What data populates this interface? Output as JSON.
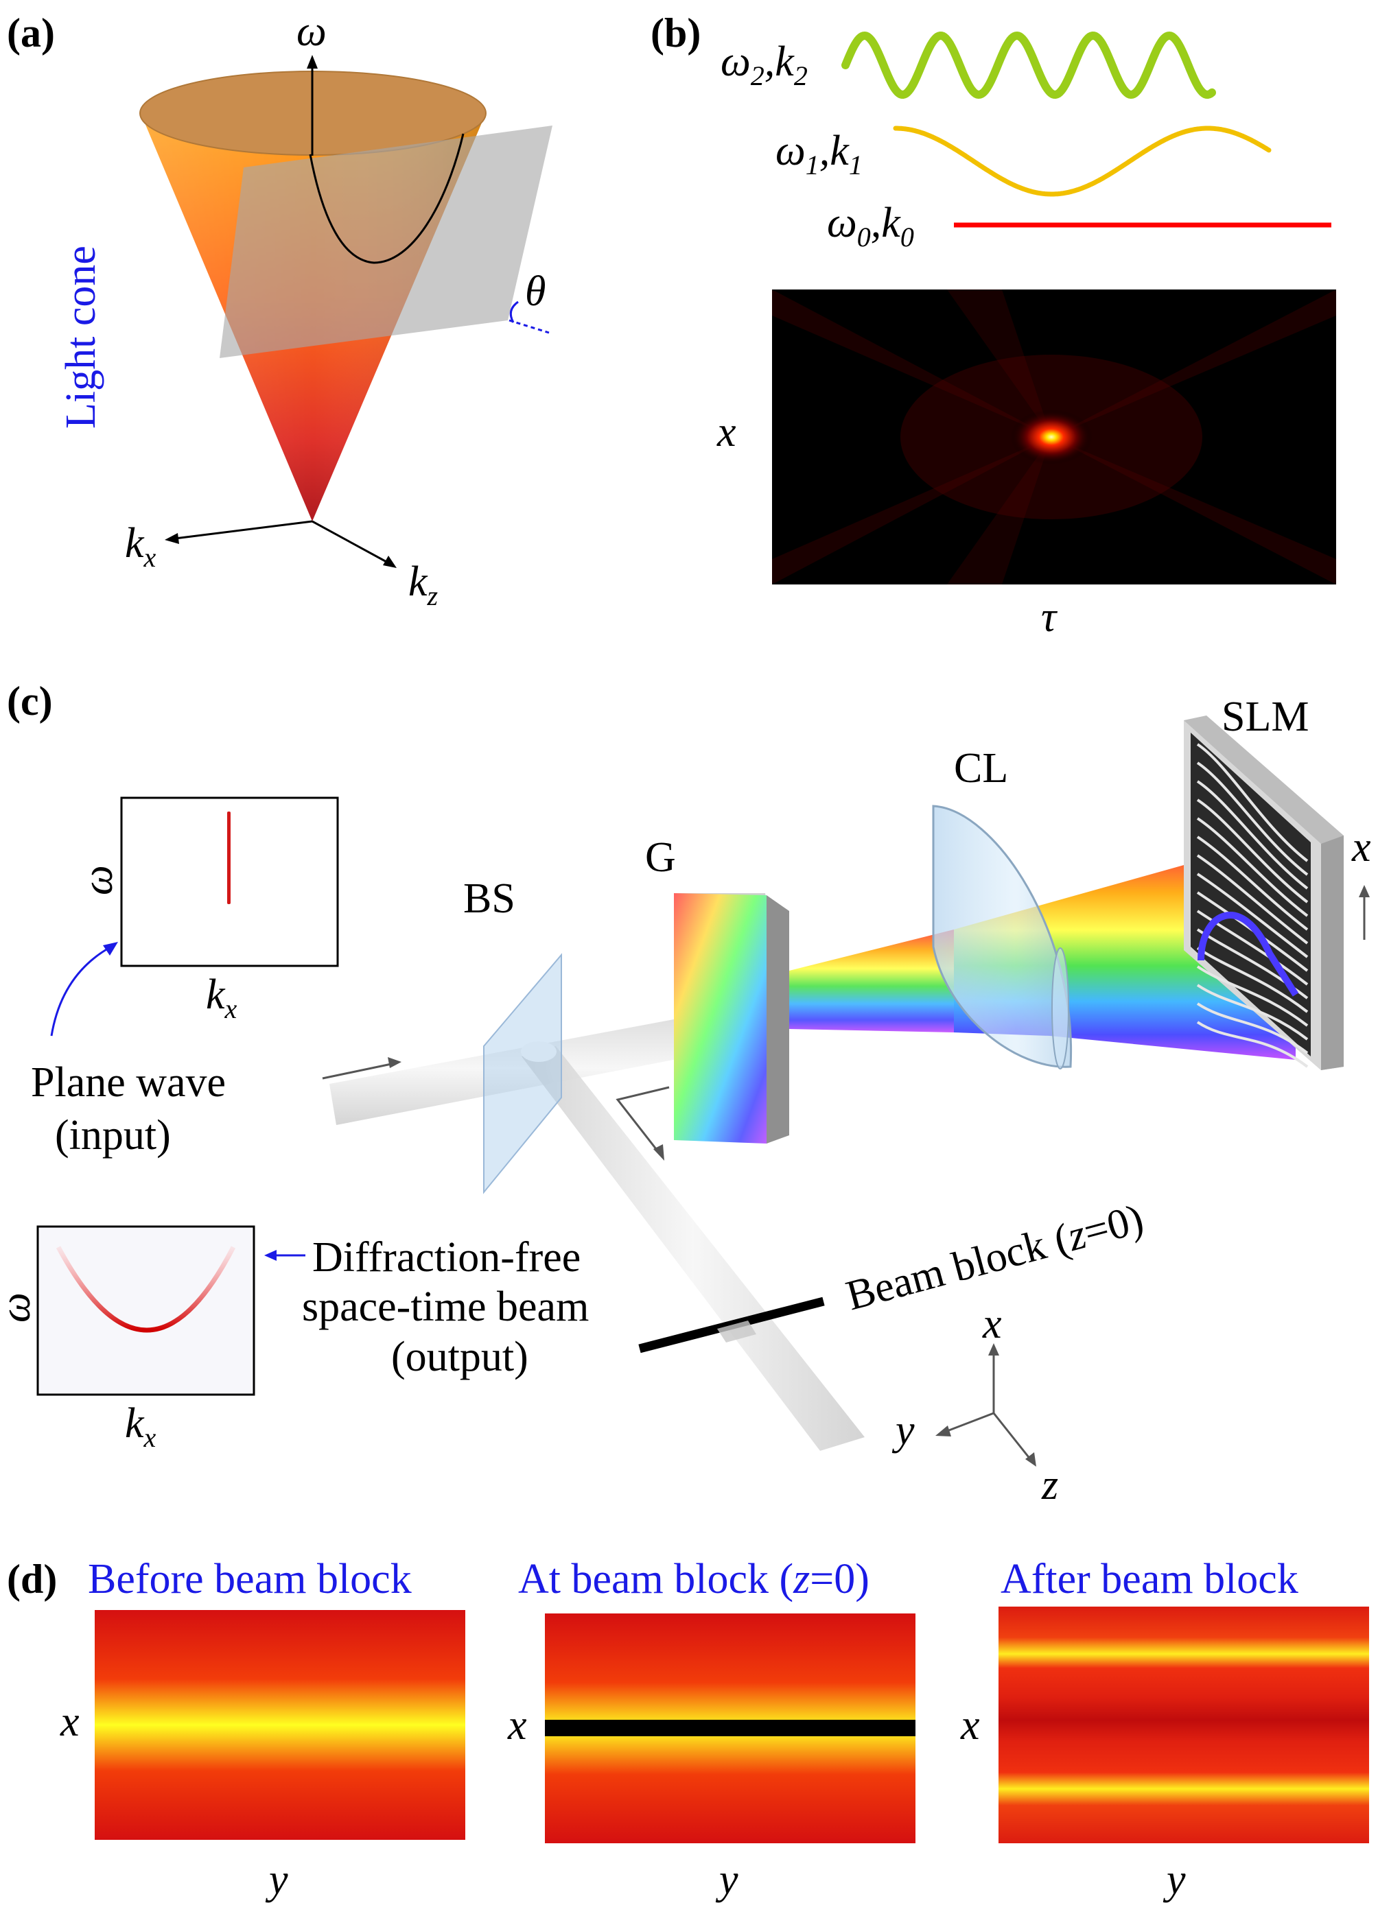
{
  "panels": {
    "a": {
      "label": "(a)",
      "omega": "ω",
      "kx": "k",
      "kx_sub": "x",
      "kz": "k",
      "kz_sub": "z",
      "theta": "θ",
      "light_cone": "Light cone"
    },
    "b": {
      "label": "(b)",
      "w2": "ω",
      "w2_sub": "2",
      "k2": "k",
      "k2_sub": "2",
      "w1": "ω",
      "w1_sub": "1",
      "k1": "k",
      "k1_sub": "1",
      "w0": "ω",
      "w0_sub": "0",
      "k0": "k",
      "k0_sub": "0",
      "x_axis": "x",
      "tau_axis": "τ"
    },
    "c": {
      "label": "(c)",
      "slm": "SLM",
      "cl": "CL",
      "g": "G",
      "bs": "BS",
      "omega": "ω",
      "kx": "k",
      "kx_sub": "x",
      "plane_wave_1": "Plane wave",
      "plane_wave_2": "(input)",
      "df_1": "Diffraction-free",
      "df_2": "space-time beam",
      "df_3": "(output)",
      "beam_block": "Beam block (",
      "beam_block_z": "z",
      "beam_block_end": "=0)",
      "axis_x": "x",
      "axis_y": "y",
      "axis_z": "z",
      "slm_x": "x"
    },
    "d": {
      "label": "(d)",
      "title1": "Before beam block",
      "title2a": "At beam block (",
      "title2z": "z",
      "title2b": "=0)",
      "title3": "After beam block",
      "x": "x",
      "y": "y"
    }
  },
  "colors": {
    "green_wave": "#9acd1a",
    "yellow_wave": "#f2c000",
    "red_line": "#ff0000",
    "blue_text": "#1a1ae6"
  }
}
